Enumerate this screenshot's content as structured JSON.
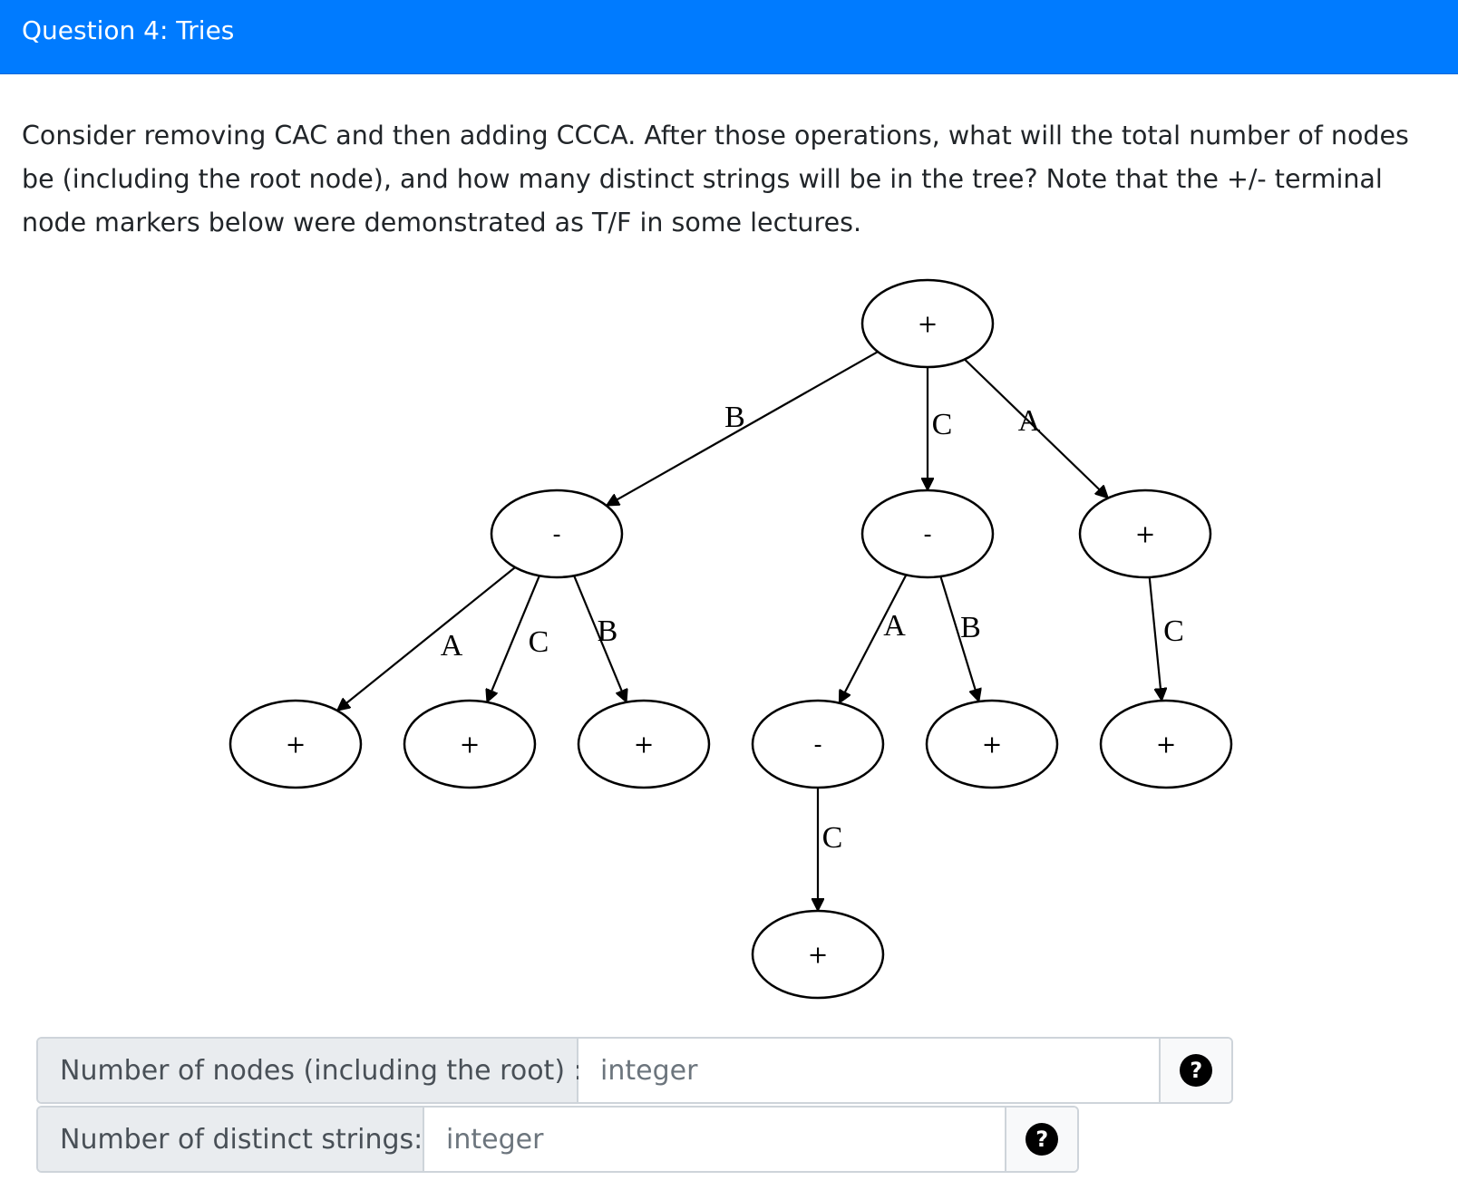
{
  "header": {
    "title": "Question 4: Tries"
  },
  "question": {
    "prompt": "Consider removing CAC and then adding CCCA. After those operations, what will the total number of nodes be (including the root node), and how many distinct strings will be in the tree? Note that the +/- terminal node markers below were demonstrated as T/F in some lectures."
  },
  "trie": {
    "nodes": [
      {
        "id": "root",
        "label": "+"
      },
      {
        "id": "b",
        "label": "-"
      },
      {
        "id": "c",
        "label": "-"
      },
      {
        "id": "a",
        "label": "+"
      },
      {
        "id": "ba",
        "label": "+"
      },
      {
        "id": "bc",
        "label": "+"
      },
      {
        "id": "bb",
        "label": "+"
      },
      {
        "id": "ca",
        "label": "-"
      },
      {
        "id": "cb",
        "label": "+"
      },
      {
        "id": "ac",
        "label": "+"
      },
      {
        "id": "cac",
        "label": "+"
      }
    ],
    "edges": [
      {
        "from": "root",
        "to": "b",
        "label": "B"
      },
      {
        "from": "root",
        "to": "c",
        "label": "C"
      },
      {
        "from": "root",
        "to": "a",
        "label": "A"
      },
      {
        "from": "b",
        "to": "ba",
        "label": "A"
      },
      {
        "from": "b",
        "to": "bc",
        "label": "C"
      },
      {
        "from": "b",
        "to": "bb",
        "label": "B"
      },
      {
        "from": "c",
        "to": "ca",
        "label": "A"
      },
      {
        "from": "c",
        "to": "cb",
        "label": "B"
      },
      {
        "from": "a",
        "to": "ac",
        "label": "C"
      },
      {
        "from": "ca",
        "to": "cac",
        "label": "C"
      }
    ]
  },
  "answers": {
    "nodes": {
      "label": "Number of nodes (including the root) :",
      "placeholder": "integer",
      "value": "",
      "help_icon": "question-circle-icon"
    },
    "strings": {
      "label": "Number of distinct strings:",
      "placeholder": "integer",
      "value": "",
      "help_icon": "question-circle-icon"
    }
  },
  "colors": {
    "header_bg": "#007bff",
    "header_text": "#ffffff",
    "body_text": "#212529",
    "addon_bg": "#e9ecef",
    "border": "#ced4da"
  }
}
